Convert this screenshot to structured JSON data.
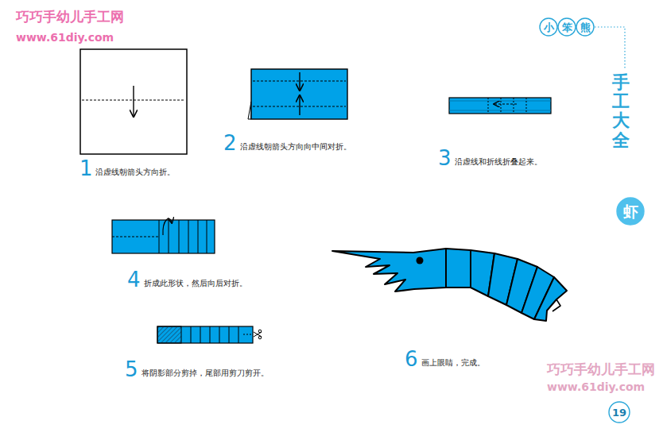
{
  "diagram": {
    "nodes": [
      {
        "text": [
          "小"
        ]
      },
      {
        "text": [
          "笨"
        ]
      },
      {
        "text": [
          "熊"
        ]
      },
      {
        "text": [
          "虾"
        ]
      },
      {
        "text": [
          "19"
        ]
      }
    ],
    "labels": [
      "巧巧手幼儿手工网",
      "www.61diy.com",
      "手工大全",
      "1",
      "沿虚线朝箭头方向折。",
      "2",
      "沿虚线朝箭头方向向中间对折。",
      "3",
      "沿虚线和折线折叠起来。",
      "4",
      "折成此形状，然后向后对折。",
      "5",
      "将阴影部分剪掉，尾部用剪刀剪开。",
      "6",
      "画上眼睛，完成。",
      "巧巧手幼儿手工网",
      "www.61diy.com"
    ]
  }
}
